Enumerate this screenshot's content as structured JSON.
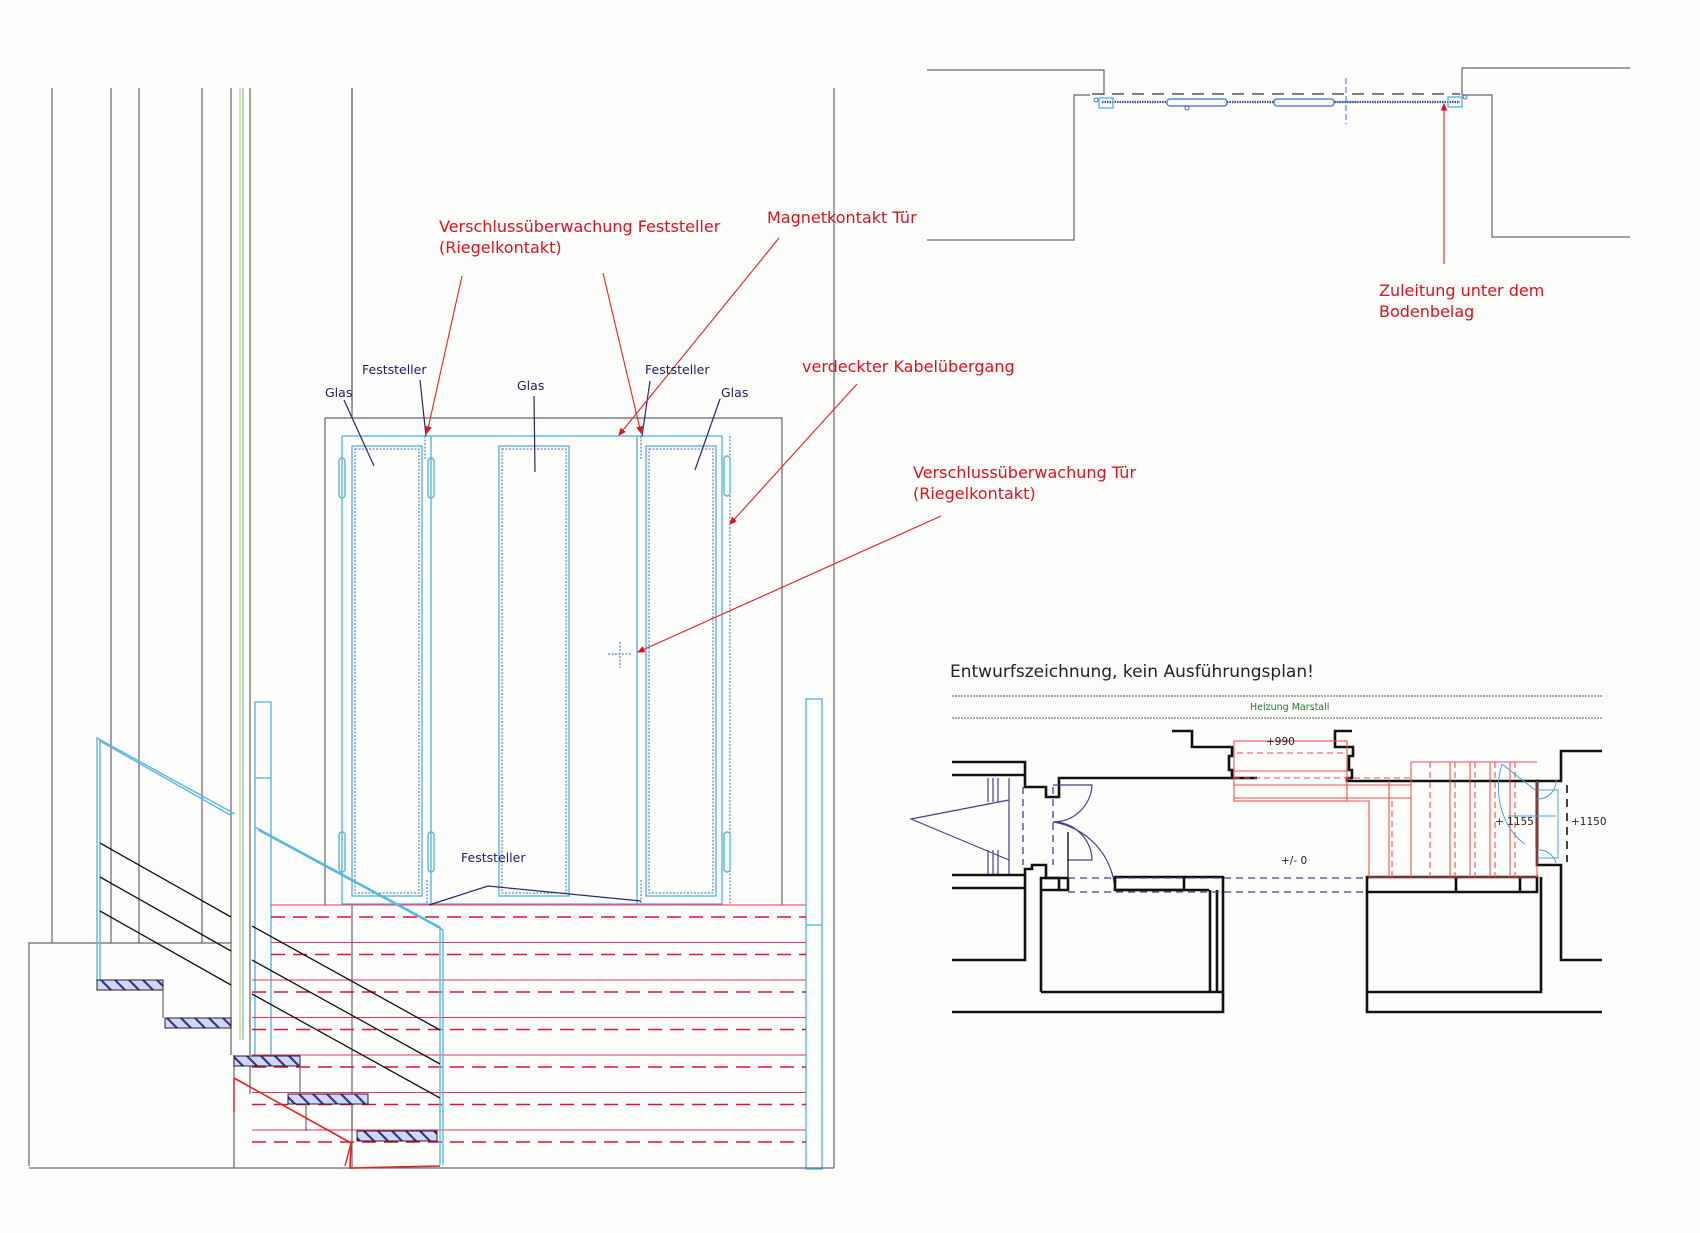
{
  "elevation": {
    "annotations": {
      "verschluss_feststeller_line1": "Verschlussüberwachung Feststeller",
      "verschluss_feststeller_line2": "(Riegelkontakt)",
      "magnetkontakt": "Magnetkontakt Tür",
      "verdeckter_kabel": "verdeckter Kabelübergang",
      "verschluss_tuer_line1": "Verschlussüberwachung Tür",
      "verschluss_tuer_line2": "(Riegelkontakt)"
    },
    "part_labels": {
      "glas_left": "Glas",
      "glas_center": "Glas",
      "glas_right": "Glas",
      "feststeller_left": "Feststeller",
      "feststeller_right": "Feststeller",
      "feststeller_bottom": "Feststeller"
    },
    "steps_count": 5
  },
  "threshold_detail": {
    "annotation_line1": "Zuleitung unter dem",
    "annotation_line2": "Bodenbelag"
  },
  "floor_plan": {
    "disclaimer": "Entwurfszeichnung, kein Ausführungsplan!",
    "heating_label": "Heizung Marstall",
    "levels": {
      "upper": "+990",
      "landing": "+ 1155",
      "outside": "+1150",
      "ground": "+/- 0"
    }
  },
  "colors": {
    "annotation_red": "#e0101a",
    "door_blue": "#59b6e0",
    "stair_pink": "#e8305a",
    "label_navy": "#1f1c5a",
    "heating_green": "#1d7a2a"
  }
}
